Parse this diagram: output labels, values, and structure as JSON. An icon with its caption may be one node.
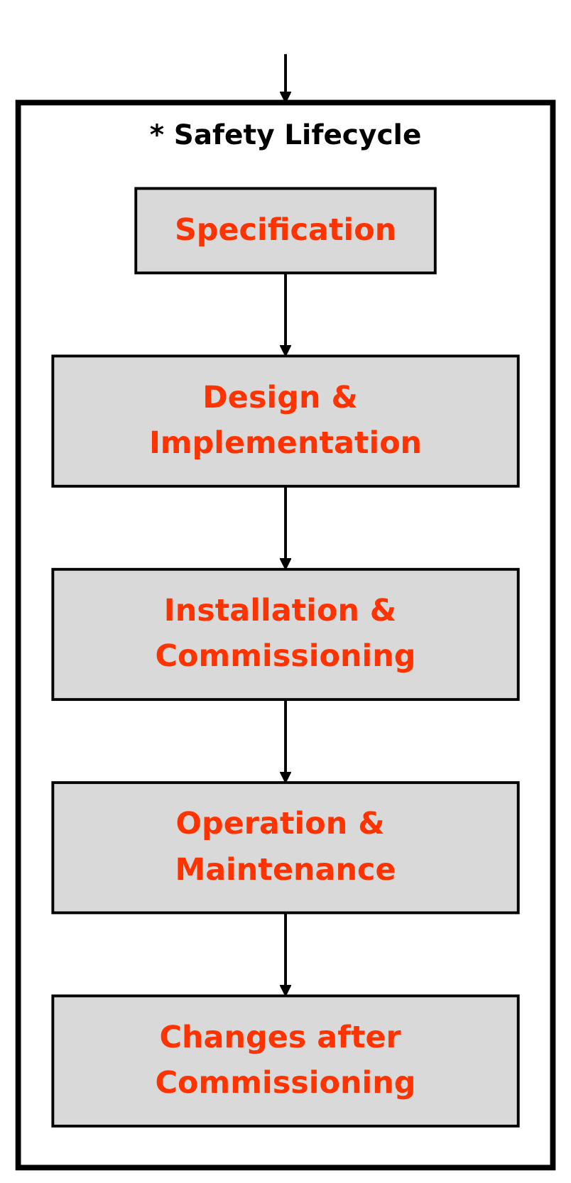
{
  "diagram": {
    "nodes": [
      {
        "text": [
          "* Safety Lifecycle"
        ]
      },
      {
        "text": [
          "Specification"
        ],
        "in": 0
      },
      {
        "text": [
          "Design & Implementation"
        ],
        "in": 0
      },
      {
        "text": [
          "Installation & Commissioning"
        ],
        "in": 0
      },
      {
        "text": [
          "Operation & Maintenance"
        ],
        "in": 0
      },
      {
        "text": [
          "Changes after Commissioning"
        ],
        "in": 0
      }
    ],
    "edges": [
      {
        "from": null,
        "to": 0,
        "arrow": "to"
      },
      {
        "from": 1,
        "to": 2,
        "arrow": "to"
      },
      {
        "from": 2,
        "to": 3,
        "arrow": "to"
      },
      {
        "from": 3,
        "to": 4,
        "arrow": "to"
      },
      {
        "from": 4,
        "to": 5,
        "arrow": "to"
      }
    ]
  }
}
